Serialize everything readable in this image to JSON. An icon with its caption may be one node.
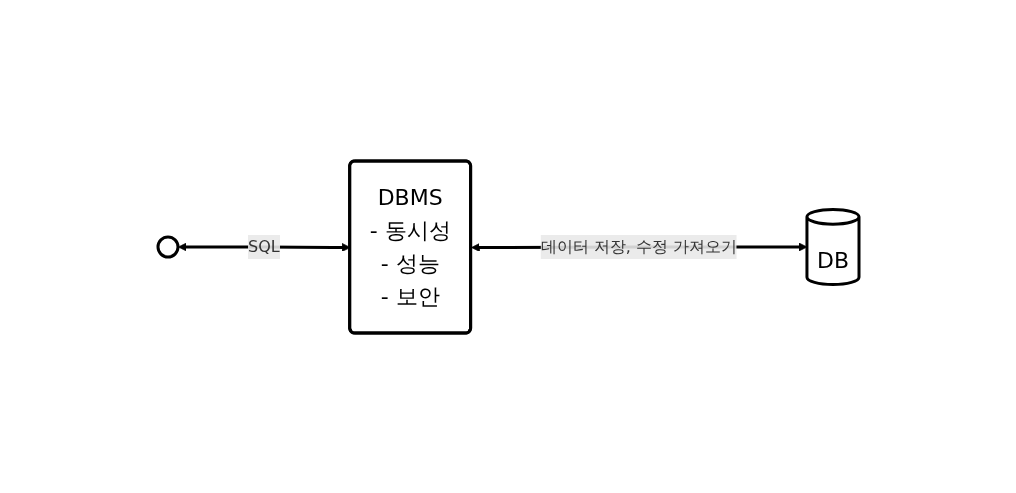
{
  "diagram": {
    "nodes": [
      {
        "text": [],
        "shape": "person"
      },
      {
        "text": [
          "DBMS",
          "- 동시성",
          "- 성능",
          "- 보안"
        ]
      },
      {
        "text": [
          "DB"
        ]
      }
    ],
    "edges": [
      {
        "from": 0,
        "to": 1,
        "arrow": "both",
        "label": "SQL"
      },
      {
        "from": 1,
        "to": 2,
        "arrow": "both",
        "label": "데이터 저장, 수정 가져오기"
      }
    ]
  }
}
